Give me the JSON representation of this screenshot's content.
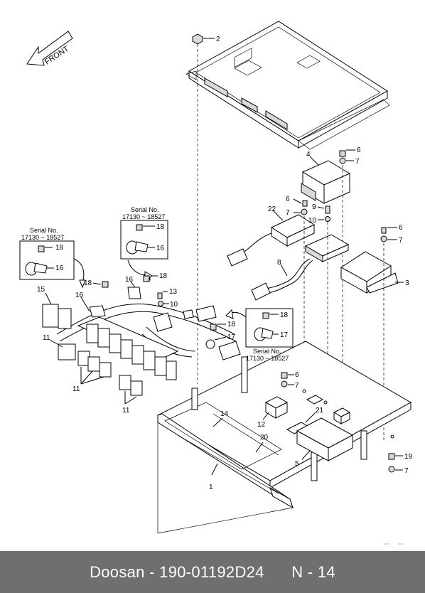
{
  "diagram": {
    "front_label": "FRONT",
    "callouts": {
      "c1": "1",
      "c2": "2",
      "c3": "3",
      "c4": "4",
      "c5": "5",
      "c6a": "6",
      "c6b": "6",
      "c6c": "6",
      "c6d": "6",
      "c7a": "7",
      "c7b": "7",
      "c7c": "7",
      "c7d": "7",
      "c7e": "7",
      "c8": "8",
      "c9": "9",
      "c10a": "10",
      "c10b": "10",
      "c11a": "11",
      "c11b": "11",
      "c11c": "11",
      "c12": "12",
      "c13": "13",
      "c14": "14",
      "c15": "15",
      "c16a": "16",
      "c16b": "16",
      "c16c": "16",
      "c16d": "16",
      "c17a": "17",
      "c17b": "17",
      "c18a": "18",
      "c18b": "18",
      "c18c": "18",
      "c18d": "18",
      "c18e": "18",
      "c18f": "18",
      "c19": "19",
      "c20": "20",
      "c21": "21",
      "c22": "22"
    },
    "serial_boxes": [
      {
        "title": "Serial No.",
        "range": "17130 ~ 18527",
        "upper": "18",
        "lower": "16"
      },
      {
        "title": "Serial No.",
        "range": "17130 ~ 18527",
        "upper": "18",
        "lower": "16"
      },
      {
        "title": "Serial No.",
        "range": "17130 ~ 18527",
        "upper": "18",
        "lower": "17"
      }
    ]
  },
  "footer": {
    "brand": "Doosan",
    "separator": " - ",
    "part_number": "190-01192D24",
    "page": "N - 14"
  }
}
